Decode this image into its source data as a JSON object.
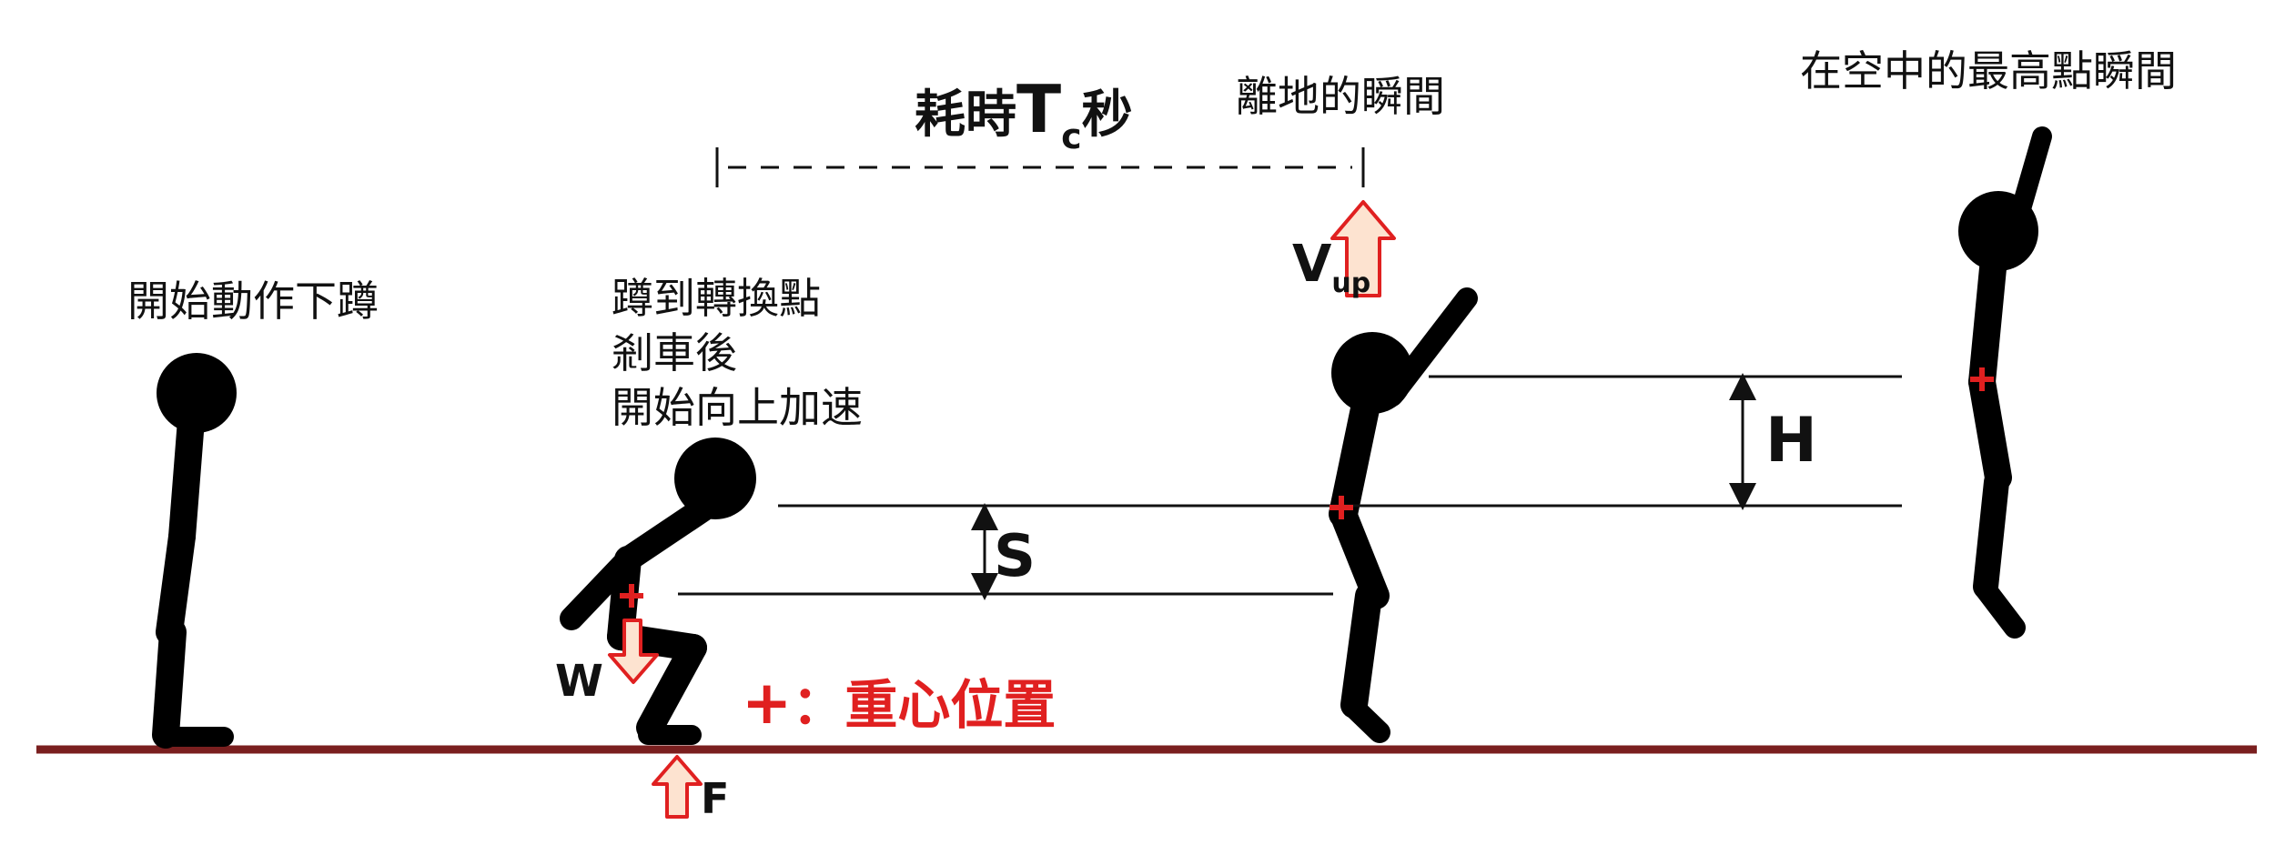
{
  "labels": {
    "start": "開始動作下蹲",
    "turn_line1": "蹲到轉換點",
    "turn_line2": "剎車後",
    "turn_line3": "開始向上加速",
    "takeoff": "離地的瞬間",
    "peak": "在空中的最高點瞬間",
    "time_prefix": "耗時",
    "time_var": "T",
    "time_sub": "c",
    "time_suffix": "秒",
    "velocity": "V",
    "velocity_sub": "up",
    "weight": "W",
    "force": "F",
    "distance_s": "S",
    "height_h": "H",
    "cg_marker": "+",
    "cg_legend": "：重心位置"
  },
  "colors": {
    "figure": "#000000",
    "ground": "#7a1f1f",
    "accent_red": "#e02020",
    "arrow_fill": "#fde3d0",
    "line": "#111111"
  }
}
